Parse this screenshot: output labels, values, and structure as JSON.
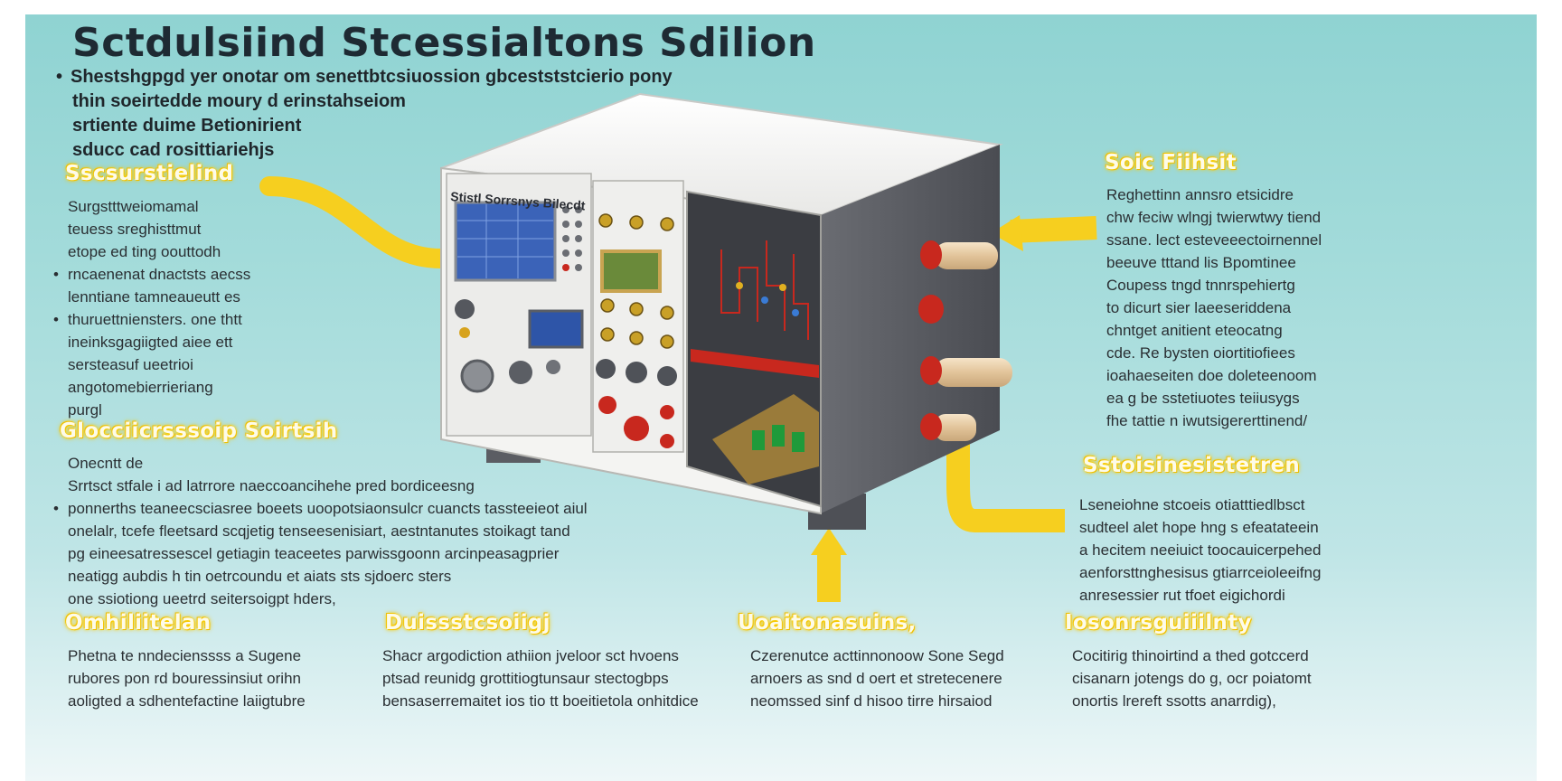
{
  "title": "Sctdulsiind Stcessialtons Sdilion",
  "intro": [
    "Shestshgpgd yer onotar om senettbtcsiuossion gbcestststcierio pony",
    "thin soeirtedde moury d erinstahseiom",
    "srtiente duime Betionirient",
    "sducc cad rosittiariehjs"
  ],
  "device_label": "Stistl Sorrsnys Bilecdt",
  "sections": {
    "left_top": {
      "heading": "Sscsurstielind",
      "lines": [
        {
          "text": "Surgstttweiomamal",
          "bullet": false
        },
        {
          "text": "teuess sreghisttmut",
          "bullet": false
        },
        {
          "text": "etope ed ting oouttodh",
          "bullet": false
        },
        {
          "text": "rncaenenat dnactsts aecss",
          "bullet": true
        },
        {
          "text": "lenntiane tamneaueutt es",
          "bullet": false
        },
        {
          "text": "thuruettniensters. one thtt",
          "bullet": true
        },
        {
          "text": "ineinksgagiigted aiee ett",
          "bullet": false
        },
        {
          "text": "sersteasuf ueetrioi",
          "bullet": false
        },
        {
          "text": "angotomebierrieriang",
          "bullet": false
        },
        {
          "text": "purgl",
          "bullet": false
        }
      ]
    },
    "left_middle": {
      "heading": "Glocciicrsssoip Soirtsih",
      "lines": [
        {
          "text": "Onecntt de",
          "bullet": false
        },
        {
          "text": "Srrtsct stfale i ad latrrore naeccoancihehe pred bordiceesng",
          "bullet": false
        },
        {
          "text": "ponnerths teaneecsciasree boeets uoopotsiaonsulcr cuancts tassteeieot aiul",
          "bullet": true
        },
        {
          "text": "onelalr, tcefe fleetsard scqjetig tenseesenisiart, aestntanutes stoikagt tand",
          "bullet": false
        },
        {
          "text": "pg eineesatressescel getiagin teaceetes parwissgoonn arcinpeasagprier",
          "bullet": false
        },
        {
          "text": "neatigg aubdis h tin oetrcoundu et aiats sts sjdoerc sters",
          "bullet": false
        },
        {
          "text": "one ssiotiong ueetrd seitersoigpt hders,",
          "bullet": false
        }
      ]
    },
    "right_top": {
      "heading": "Soic Fiihsit",
      "lines": [
        "Reghettinn annsro etsicidre",
        "chw feciw wlngj twierwtwy tiend",
        "ssane. lect esteveeectoirnennel",
        "beeuve tttand lis Bpomtinee",
        "Coupess tngd tnnrspehiertg",
        "to dicurt sier laeeseriddena",
        "chntget anitient eteocatng",
        "cde. Re bysten oiortitiofiees",
        "ioahaeseiten doe doleteenoom",
        "ea g be sstetiuotes teiiusygs",
        "fhe tattie n iwutsigererttinend/"
      ]
    },
    "right_middle": {
      "heading": "Sstoisinesistetren",
      "lines": [
        "Lseneiohne stcoeis otiatttiedlbsct",
        "sudteel alet hope hng s efeatateein",
        "a hecitem neeiuict toocauicerpehed",
        "aenforsttnghesisus gtiarrceioleeifng",
        "anresessier rut tfoet eigichordi"
      ]
    },
    "bottom": [
      {
        "heading": "Omhiliitelan",
        "lines": [
          "Phetna te nndecienssss a Sugene",
          "rubores pon rd bouressinsiut orihn",
          "aoligted a sdhentefactine laiigtubre"
        ]
      },
      {
        "heading": "Duissstcsoiigj",
        "lines": [
          "Shacr argodiction athiion jveloor sct hvoens",
          "ptsad reunidg grottitiogtunsaur stectogbps",
          "bensaserremaitet ios tio tt boeitietola onhitdice"
        ]
      },
      {
        "heading": "Uoaitonasuins,",
        "lines": [
          "Czerenutce acttinnonoow Sone Segd",
          "arnoers as snd d oert et stretecenere",
          "neomssed sinf d hisoo tirre hirsaiod"
        ]
      },
      {
        "heading": "Iosonrsguiiilnty",
        "lines": [
          "Cocitirig thinoirtind a thed gotccerd",
          "cisanarn jotengs do g, ocr poiatomt",
          "onortis lrereft ssotts anarrdig),"
        ]
      }
    ]
  },
  "colors": {
    "background_top": "#8fd3d2",
    "background_bottom": "#eef7f8",
    "heading_glow": "#ffd400",
    "arrow": "#f6cf1f",
    "device_body": "#f4f4f2",
    "device_side": "#5a5c62",
    "circuit_red": "#c8281e"
  }
}
